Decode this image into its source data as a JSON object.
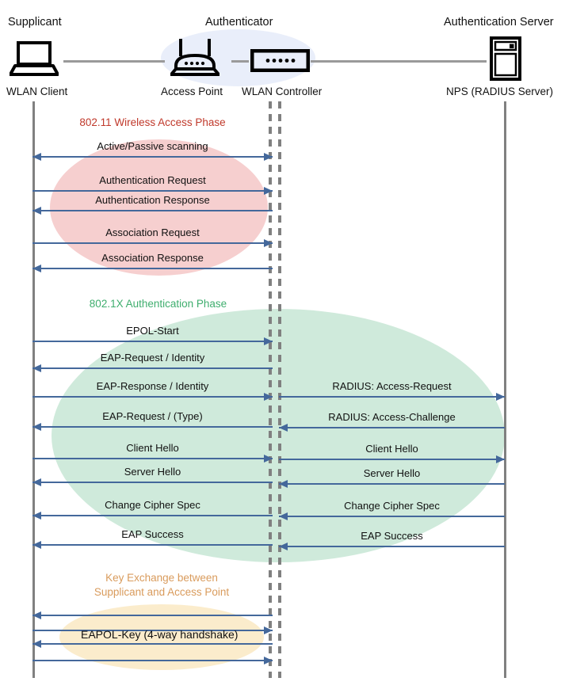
{
  "diagram": {
    "title": "802.1X / EAP authentication flow with WLAN controller and NPS RADIUS server",
    "colors": {
      "arrow": "#44689b",
      "lifeline": "#808080",
      "phase_red": "#c0392b",
      "phase_green": "#3fae6e",
      "phase_orange": "#d99b5c",
      "ellipse_red": "#f6cfcf",
      "ellipse_green": "#cfeadb",
      "ellipse_orange": "#fbeccc",
      "authenticator_blob": "#e9eefa",
      "wire": "#9a9a9a"
    }
  },
  "actors": [
    {
      "role": "Supplicant",
      "device": "WLAN Client",
      "icon": "laptop-icon"
    },
    {
      "role": "Authenticator",
      "device": "Access Point",
      "icon": "wireless-router-icon"
    },
    {
      "role": "",
      "device": "WLAN Controller",
      "icon": "network-switch-icon"
    },
    {
      "role": "Authentication Server",
      "device": "NPS (RADIUS Server)",
      "icon": "server-tower-icon"
    }
  ],
  "phases": [
    {
      "id": "phase-80211",
      "title": "802.11 Wireless Access Phase",
      "color": "#c0392b"
    },
    {
      "id": "phase-8021x",
      "title": "802.1X Authentication Phase",
      "color": "#3fae6e"
    },
    {
      "id": "phase-keyexch",
      "title": "Key Exchange between\nSupplicant and Access Point",
      "color": "#d99b5c"
    }
  ],
  "messages_left": [
    {
      "label": "Active/Passive scanning",
      "direction": "both",
      "phase": "phase-80211"
    },
    {
      "label": "Authentication Request",
      "direction": "right",
      "phase": "phase-80211"
    },
    {
      "label": "Authentication Response",
      "direction": "left",
      "phase": "phase-80211"
    },
    {
      "label": "Association Request",
      "direction": "right",
      "phase": "phase-80211"
    },
    {
      "label": "Association Response",
      "direction": "left",
      "phase": "phase-80211"
    },
    {
      "label": "EPOL-Start",
      "direction": "right",
      "phase": "phase-8021x"
    },
    {
      "label": "EAP-Request / Identity",
      "direction": "left",
      "phase": "phase-8021x"
    },
    {
      "label": "EAP-Response / Identity",
      "direction": "right",
      "phase": "phase-8021x"
    },
    {
      "label": "EAP-Request / (Type)",
      "direction": "left",
      "phase": "phase-8021x"
    },
    {
      "label": "Client Hello",
      "direction": "right",
      "phase": "phase-8021x"
    },
    {
      "label": "Server Hello",
      "direction": "left",
      "phase": "phase-8021x"
    },
    {
      "label": "Change Cipher Spec",
      "direction": "left",
      "phase": "phase-8021x"
    },
    {
      "label": "EAP Success",
      "direction": "left",
      "phase": "phase-8021x"
    },
    {
      "label": "",
      "direction": "left",
      "phase": "phase-keyexch"
    },
    {
      "label": "",
      "direction": "right",
      "phase": "phase-keyexch"
    },
    {
      "label": "",
      "direction": "left",
      "phase": "phase-keyexch"
    },
    {
      "label": "",
      "direction": "right",
      "phase": "phase-keyexch"
    }
  ],
  "messages_right": [
    {
      "label": "RADIUS: Access-Request",
      "direction": "right",
      "phase": "phase-8021x"
    },
    {
      "label": "RADIUS: Access-Challenge",
      "direction": "left",
      "phase": "phase-8021x"
    },
    {
      "label": "Client Hello",
      "direction": "right",
      "phase": "phase-8021x"
    },
    {
      "label": "Server Hello",
      "direction": "left",
      "phase": "phase-8021x"
    },
    {
      "label": "Change Cipher Spec",
      "direction": "left",
      "phase": "phase-8021x"
    },
    {
      "label": "EAP Success",
      "direction": "left",
      "phase": "phase-8021x"
    }
  ],
  "overlay_labels": [
    {
      "id": "eapol-key-label",
      "text": "EAPOL-Key (4-way handshake)"
    }
  ]
}
